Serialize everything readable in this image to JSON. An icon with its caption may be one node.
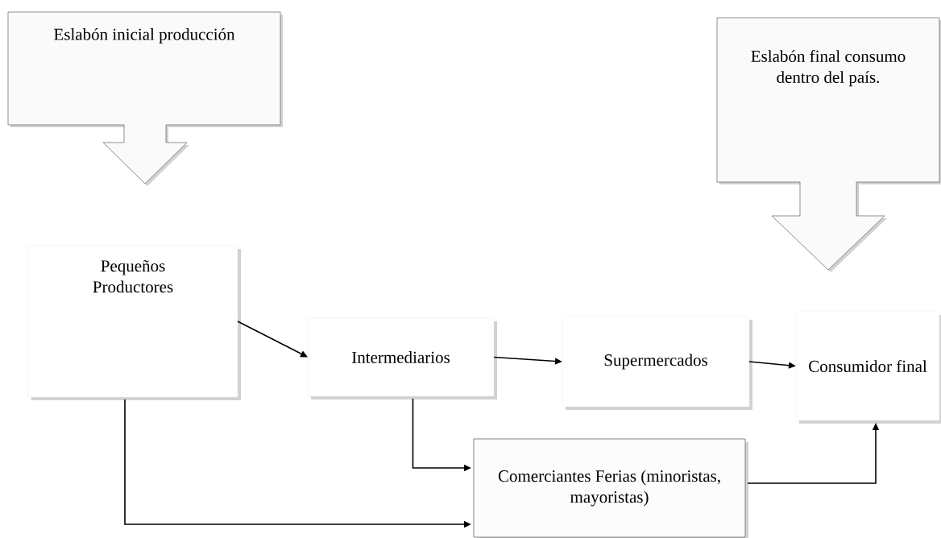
{
  "diagram": {
    "nodes": [
      {
        "text": [
          "Eslabón inicial producción"
        ]
      },
      {
        "text": [
          "Eslabón final consumo dentro del país."
        ]
      },
      {
        "text": [
          "Pequeños Productores"
        ]
      },
      {
        "text": [
          "Intermediarios"
        ]
      },
      {
        "text": [
          "Supermercados"
        ]
      },
      {
        "text": [
          "Consumidor final"
        ]
      },
      {
        "text": [
          "Comerciantes Ferias (minoristas, mayoristas)"
        ]
      }
    ],
    "edges": [
      {
        "from": 2,
        "to": 3,
        "arrow": "to"
      },
      {
        "from": 3,
        "to": 4,
        "arrow": "to"
      },
      {
        "from": 4,
        "to": 5,
        "arrow": "to"
      },
      {
        "from": 3,
        "to": 6,
        "arrow": "to"
      },
      {
        "from": 2,
        "to": 6,
        "arrow": "to"
      },
      {
        "from": 6,
        "to": 5,
        "arrow": "to"
      }
    ]
  }
}
